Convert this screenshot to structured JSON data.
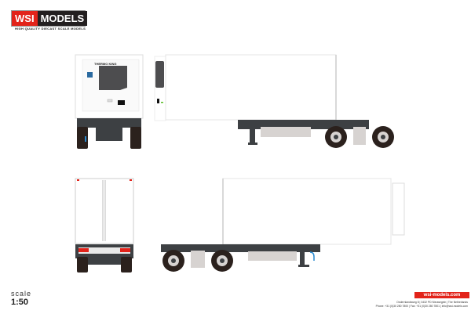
{
  "logo": {
    "left": "WSI",
    "right": "MODELS",
    "tagline": "HIGH QUALITY DIECAST SCALE MODELS"
  },
  "unit_brand": "THERMO KING",
  "scale": {
    "label": "scale",
    "value": "1:50"
  },
  "footer": {
    "url": "wsi-models.com",
    "address": "Ondernlandsweg 8 | 3432 PD Nieuwegein | The Netherlands",
    "contact": "Phone: +31 (0)30 280 7800 | Fax: +31 (0)30 280 7801 | info@wsi-models.com"
  },
  "colors": {
    "brand_red": "#e2231a",
    "chassis": "#3d4043",
    "tire": "#2b211d",
    "skirt": "#d7d3d1"
  }
}
